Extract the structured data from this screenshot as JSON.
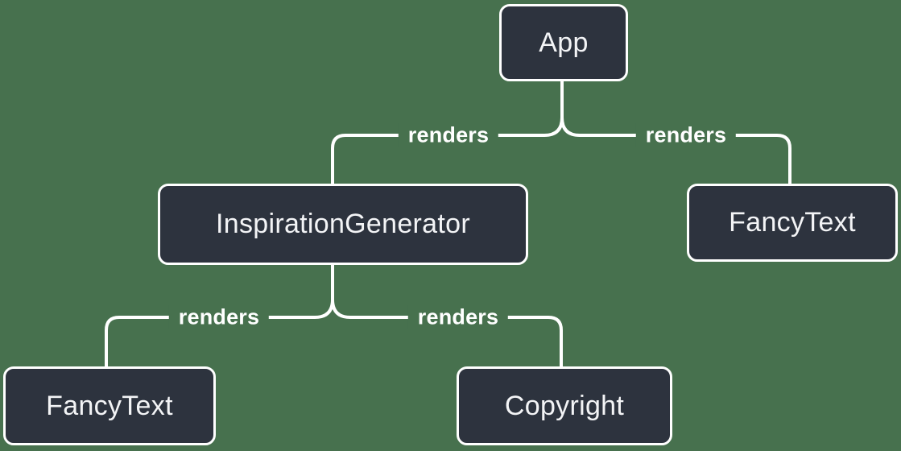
{
  "colors": {
    "background": "#47714E",
    "node_fill": "#2D333E",
    "node_border": "#FFFFFF",
    "line": "#FFFFFF",
    "text": "#FFFFFF"
  },
  "diagram": {
    "type": "render-tree",
    "nodes": [
      {
        "id": "app",
        "label": "App",
        "row": 0
      },
      {
        "id": "inspiration-generator",
        "label": "InspirationGenerator",
        "row": 1
      },
      {
        "id": "fancy-text-top",
        "label": "FancyText",
        "row": 1
      },
      {
        "id": "fancy-text-bottom",
        "label": "FancyText",
        "row": 2
      },
      {
        "id": "copyright",
        "label": "Copyright",
        "row": 2
      }
    ],
    "edges": [
      {
        "from": "App",
        "to": "InspirationGenerator",
        "label": "renders"
      },
      {
        "from": "App",
        "to": "FancyText",
        "label": "renders"
      },
      {
        "from": "InspirationGenerator",
        "to": "FancyText",
        "label": "renders"
      },
      {
        "from": "InspirationGenerator",
        "to": "Copyright",
        "label": "renders"
      }
    ]
  }
}
